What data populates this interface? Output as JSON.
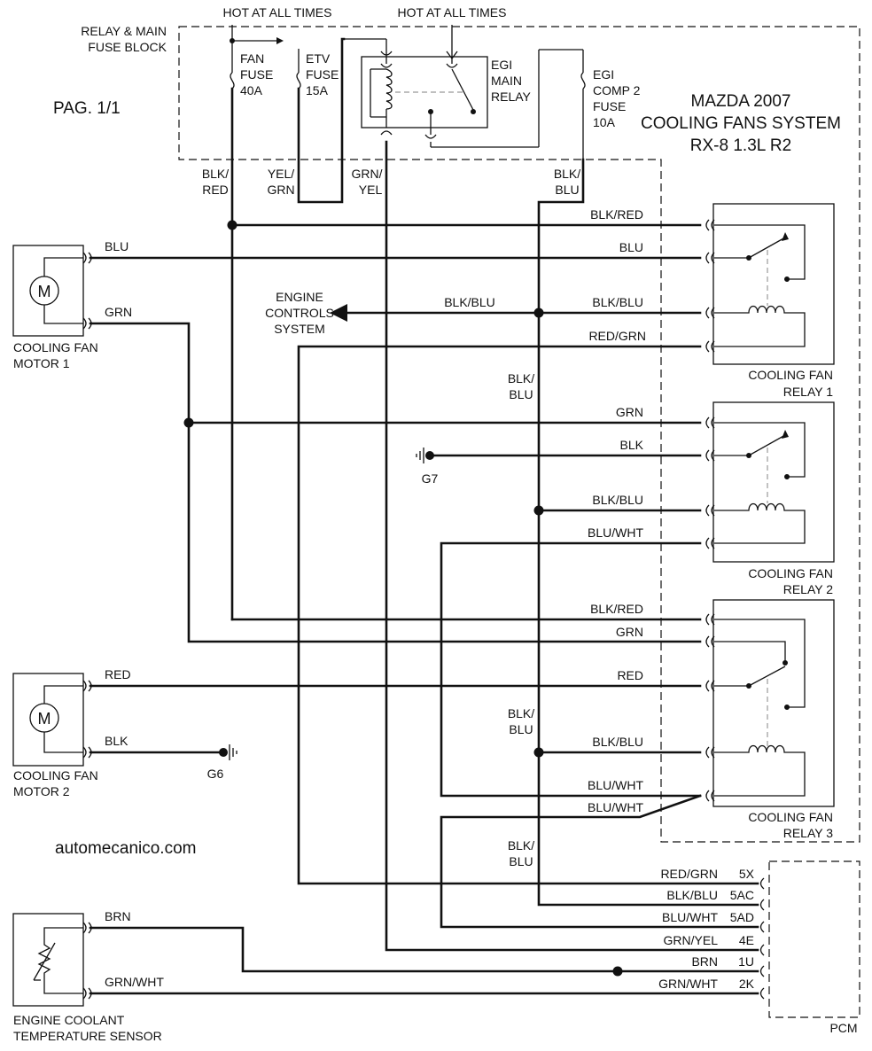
{
  "page_label": "PAG. 1/1",
  "title": {
    "line1": "MAZDA 2007",
    "line2": "COOLING FANS SYSTEM",
    "line3": "RX-8 1.3L R2"
  },
  "watermark": "automecanico.com",
  "fuse_block": {
    "name_line1": "RELAY & MAIN",
    "name_line2": "FUSE BLOCK",
    "hot_label_left": "HOT AT ALL TIMES",
    "hot_label_right": "HOT AT ALL TIMES",
    "fan_fuse": [
      "FAN",
      "FUSE",
      "40A"
    ],
    "etv_fuse": [
      "ETV",
      "FUSE",
      "15A"
    ],
    "egi_relay": [
      "EGI",
      "MAIN",
      "RELAY"
    ],
    "egi_comp_fuse": [
      "EGI",
      "COMP 2",
      "FUSE",
      "10A"
    ]
  },
  "wire_labels": {
    "blk_red_v": [
      "BLK/",
      "RED"
    ],
    "yel_grn_v": [
      "YEL/",
      "GRN"
    ],
    "grn_yel_v": [
      "GRN/",
      "YEL"
    ],
    "blk_blu_v_top": [
      "BLK/",
      "BLU"
    ],
    "blk_blu_v_2": [
      "BLK/",
      "BLU"
    ],
    "blk_blu_v_3": [
      "BLK/",
      "BLU"
    ],
    "blk_blu_v_4": [
      "BLK/",
      "BLU"
    ],
    "r1_blk_red": "BLK/RED",
    "r1_blu": "BLU",
    "r1_blk_blu_left": "BLK/BLU",
    "r1_blk_blu": "BLK/BLU",
    "r1_red_grn": "RED/GRN",
    "r2_grn": "GRN",
    "r2_blk": "BLK",
    "r2_blk_blu": "BLK/BLU",
    "r2_blu_wht": "BLU/WHT",
    "r3_blk_red": "BLK/RED",
    "r3_grn": "GRN",
    "r3_red": "RED",
    "r3_blk_blu": "BLK/BLU",
    "r3_blu_wht_1": "BLU/WHT",
    "r3_blu_wht_2": "BLU/WHT",
    "m1_blu": "BLU",
    "m1_grn": "GRN",
    "m2_red": "RED",
    "m2_blk": "BLK",
    "ects_brn": "BRN",
    "ects_grn_wht": "GRN/WHT"
  },
  "engine_controls": [
    "ENGINE",
    "CONTROLS",
    "SYSTEM"
  ],
  "components": {
    "motor_symbol": "M",
    "motor1": [
      "COOLING FAN",
      "MOTOR 1"
    ],
    "motor2": [
      "COOLING FAN",
      "MOTOR 2"
    ],
    "relay1": [
      "COOLING FAN",
      "RELAY 1"
    ],
    "relay2": [
      "COOLING FAN",
      "RELAY 2"
    ],
    "relay3": [
      "COOLING FAN",
      "RELAY 3"
    ],
    "ects": [
      "ENGINE COOLANT",
      "TEMPERATURE SENSOR"
    ],
    "ground_g7": "G7",
    "ground_g6": "G6"
  },
  "pcm": {
    "name": "PCM",
    "pins": [
      {
        "wire": "RED/GRN",
        "pin": "5X"
      },
      {
        "wire": "BLK/BLU",
        "pin": "5AC"
      },
      {
        "wire": "BLU/WHT",
        "pin": "5AD"
      },
      {
        "wire": "GRN/YEL",
        "pin": "4E"
      },
      {
        "wire": "BRN",
        "pin": "1U"
      },
      {
        "wire": "GRN/WHT",
        "pin": "2K"
      }
    ]
  }
}
